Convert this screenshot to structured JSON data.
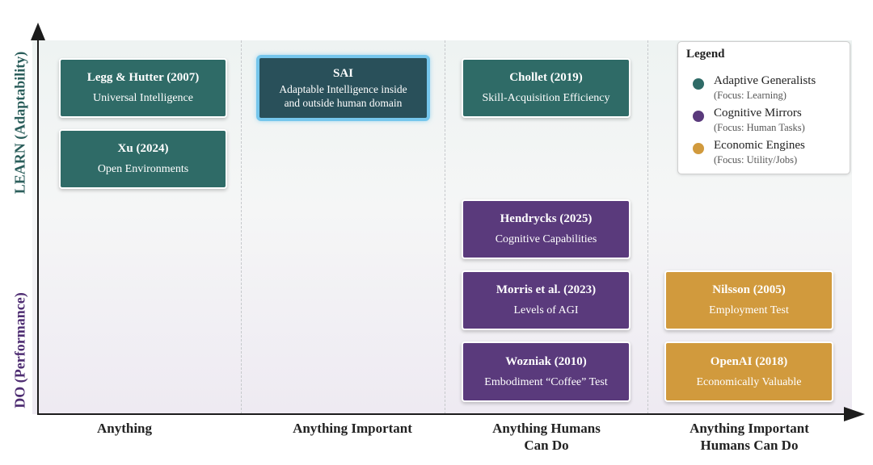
{
  "axes": {
    "y_top_label": "LEARN (Adaptability)",
    "y_bottom_label": "DO (Performance)",
    "x_categories": [
      {
        "line1": "Anything",
        "line2": ""
      },
      {
        "line1": "Anything Important",
        "line2": ""
      },
      {
        "line1": "Anything Humans",
        "line2": "Can Do"
      },
      {
        "line1": "Anything Important",
        "line2": "Humans Can Do"
      }
    ]
  },
  "cards": {
    "legg_hutter": {
      "title": "Legg & Hutter (2007)",
      "subtitle": "Universal Intelligence",
      "group": "Adaptive Generalists"
    },
    "xu": {
      "title": "Xu (2024)",
      "subtitle": "Open Environments",
      "group": "Adaptive Generalists"
    },
    "sai": {
      "title": "SAI",
      "subtitle_line1": "Adaptable Intelligence inside",
      "subtitle_line2": "and outside human domain"
    },
    "chollet": {
      "title": "Chollet (2019)",
      "subtitle": "Skill-Acquisition Efficiency",
      "group": "Adaptive Generalists"
    },
    "hendrycks": {
      "title": "Hendrycks (2025)",
      "subtitle": "Cognitive Capabilities",
      "group": "Cognitive Mirrors"
    },
    "morris": {
      "title": "Morris et al. (2023)",
      "subtitle": "Levels of AGI",
      "group": "Cognitive Mirrors"
    },
    "wozniak": {
      "title": "Wozniak (2010)",
      "subtitle": "Embodiment “Coffee” Test",
      "group": "Cognitive Mirrors"
    },
    "nilsson": {
      "title": "Nilsson (2005)",
      "subtitle": "Employment Test",
      "group": "Economic Engines"
    },
    "openai": {
      "title": "OpenAI (2018)",
      "subtitle": "Economically Valuable",
      "group": "Economic Engines"
    }
  },
  "legend": {
    "title": "Legend",
    "entries": [
      {
        "name": "Adaptive Generalists",
        "focus": "(Focus: Learning)",
        "color": "#2f6b67"
      },
      {
        "name": "Cognitive Mirrors",
        "focus": "(Focus: Human Tasks)",
        "color": "#5a3a7c"
      },
      {
        "name": "Economic Engines",
        "focus": "(Focus: Utility/Jobs)",
        "color": "#d19a3d"
      }
    ]
  },
  "colors": {
    "adaptive_generalists": "#2f6b67",
    "cognitive_mirrors": "#5a3a7c",
    "economic_engines": "#d19a3d",
    "sai_fill": "#29505a",
    "sai_border": "#75c6ec"
  }
}
